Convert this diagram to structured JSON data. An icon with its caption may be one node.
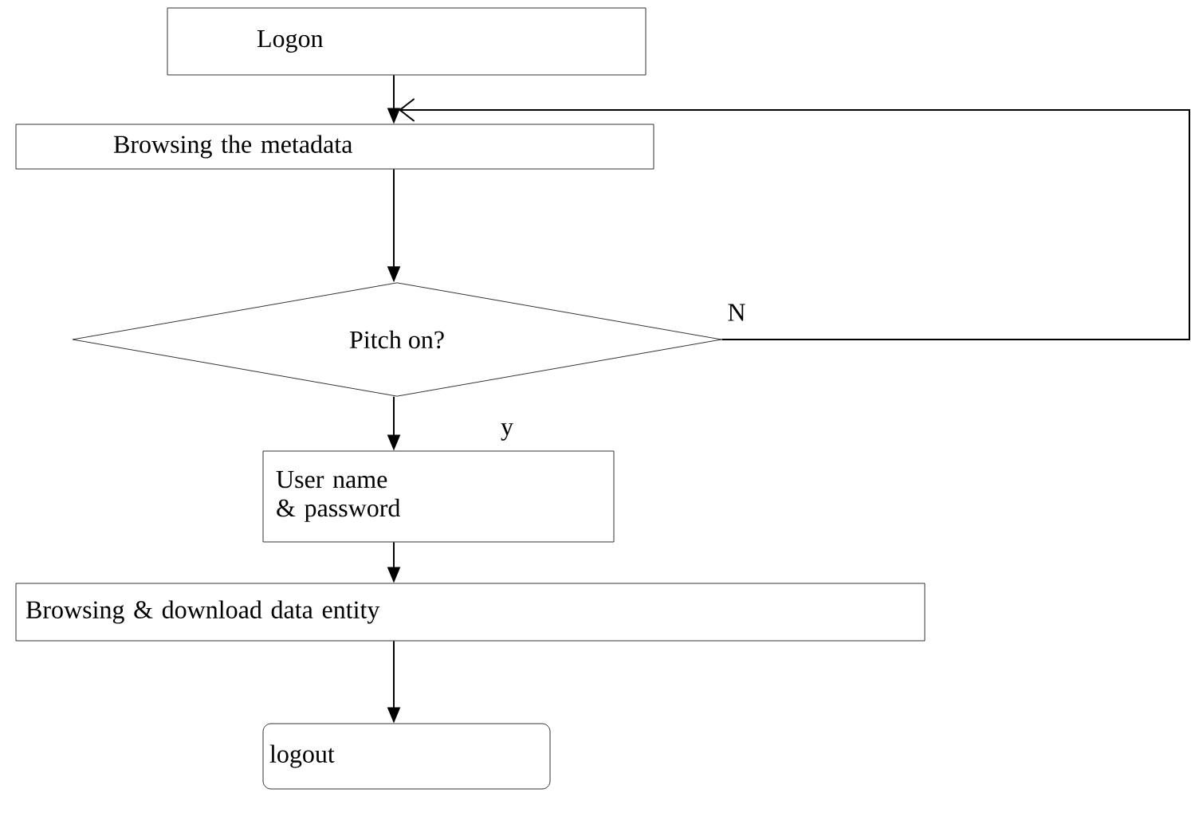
{
  "diagram": {
    "nodes": [
      {
        "text": [
          "Logon"
        ]
      },
      {
        "text": [
          "Browsing the metadata"
        ]
      },
      {
        "text": [
          "Pitch on?"
        ]
      },
      {
        "text": [
          "User name & password"
        ]
      },
      {
        "text": [
          "Browsing & download data entity"
        ]
      },
      {
        "text": [
          "logout"
        ]
      }
    ],
    "edges": [
      {
        "from": 0,
        "to": 1,
        "arrow": "to"
      },
      {
        "from": 2,
        "to": 1,
        "arrow": "to",
        "label": "N"
      },
      {
        "from": 1,
        "to": 2,
        "arrow": "to"
      },
      {
        "from": 2,
        "to": 3,
        "arrow": "to",
        "label": "y"
      },
      {
        "from": 3,
        "to": 4,
        "arrow": "to"
      },
      {
        "from": 4,
        "to": 5,
        "arrow": "to"
      }
    ]
  }
}
